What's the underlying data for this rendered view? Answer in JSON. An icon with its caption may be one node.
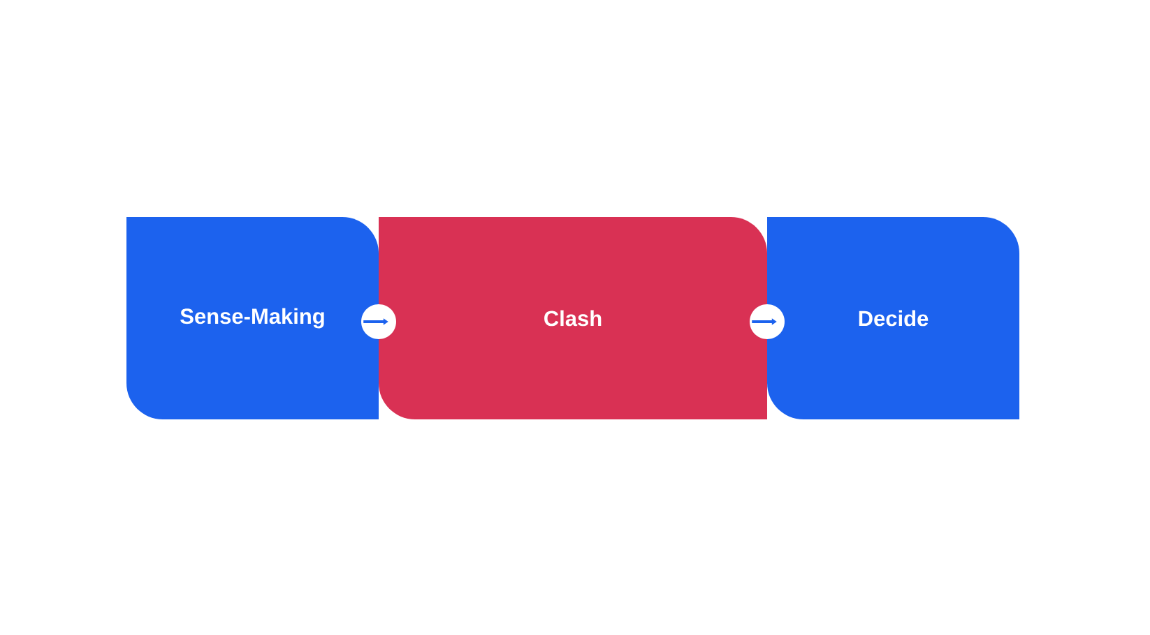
{
  "diagram": {
    "nodes": [
      {
        "text": [
          "Sense-Making"
        ]
      },
      {
        "text": [
          "Clash"
        ]
      },
      {
        "text": [
          "Decide"
        ]
      }
    ],
    "edges": [
      {
        "from": 0,
        "to": 1,
        "arrow": "to"
      },
      {
        "from": 1,
        "to": 2,
        "arrow": "to"
      }
    ]
  }
}
